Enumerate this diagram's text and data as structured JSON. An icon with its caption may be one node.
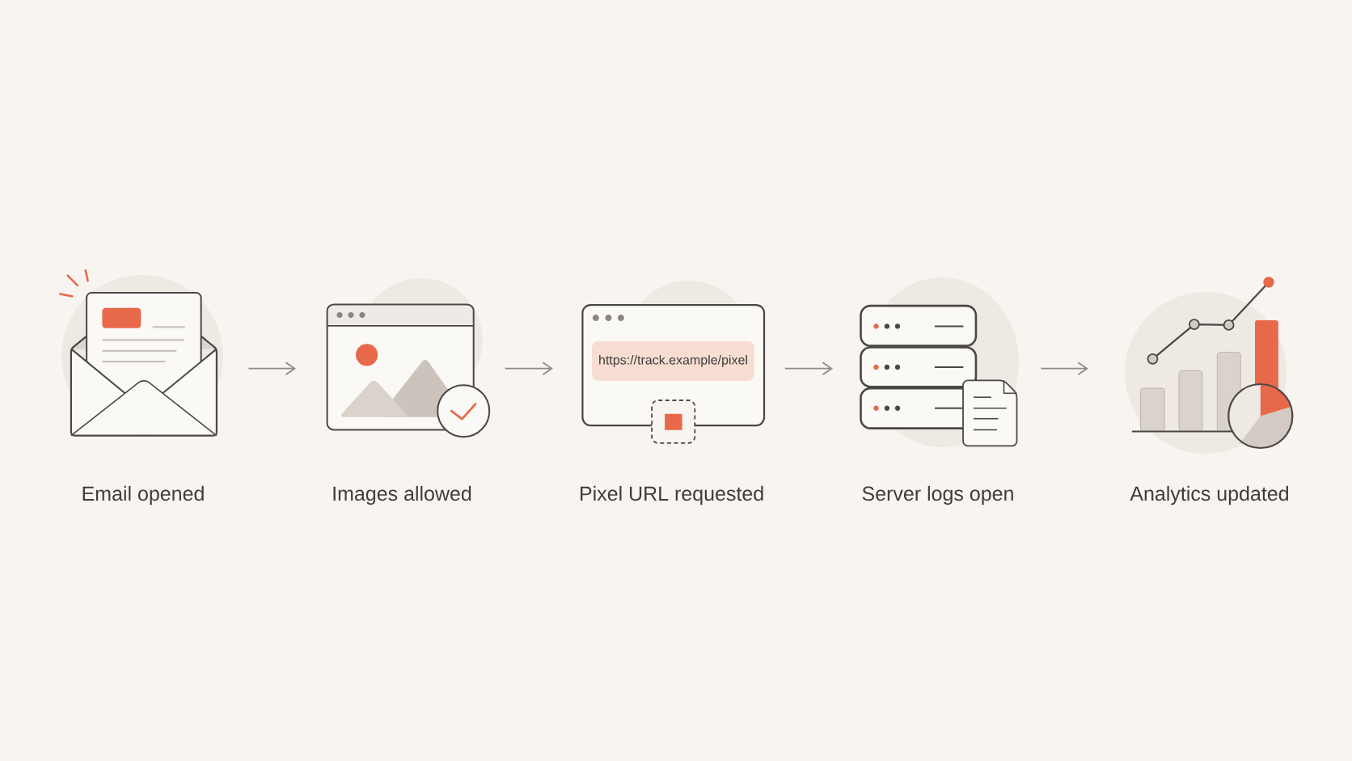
{
  "diagram": {
    "nodes": [
      {
        "text": [
          "Email opened"
        ]
      },
      {
        "text": [
          "Images allowed"
        ]
      },
      {
        "text": [
          "Pixel URL requested"
        ]
      },
      {
        "text": [
          "https://track.example/pixel"
        ],
        "in": 2
      },
      {
        "text": [
          "Server logs open"
        ]
      },
      {
        "text": [
          "Analytics updated"
        ]
      }
    ],
    "edges": [
      {
        "from": 0,
        "to": 1,
        "arrow": "to"
      },
      {
        "from": 1,
        "to": 2,
        "arrow": "to"
      },
      {
        "from": 2,
        "to": 4,
        "arrow": "to"
      },
      {
        "from": 4,
        "to": 5,
        "arrow": "to"
      }
    ]
  }
}
